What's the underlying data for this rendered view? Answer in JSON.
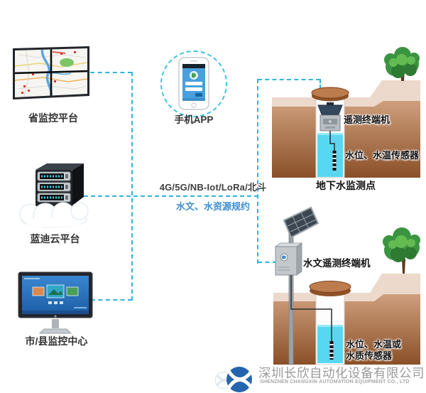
{
  "nodes": {
    "province_platform": {
      "label": "省监控平台"
    },
    "mobile_app": {
      "label": "手机APP"
    },
    "cloud_platform": {
      "label": "蓝迪云平台"
    },
    "city_center": {
      "label": "市/县监控中心"
    }
  },
  "link": {
    "protocols": "4G/5G/NB-Iot/LoRa/北斗",
    "protocol_spec": "水文、水资源规约"
  },
  "sites": {
    "underground": {
      "caption": "地下水监测点",
      "terminal_label": "遥测终端机",
      "sensor_label": "水位、水温传感器"
    },
    "hydrology": {
      "terminal_label": "水文遥测终端机",
      "sensor_label_line1": "水位、水温或",
      "sensor_label_line2": "水质传感器"
    }
  },
  "footer": {
    "company_cn": "深圳长欣自动化设备有限公司",
    "company_en": "SHENZHEN CHANGXIN AUTOMATION EQUIPMENT CO., LTD"
  },
  "colors": {
    "connector": "#2eb6d9",
    "protocol_text": "#3f3f3f",
    "spec_text": "#3b8ed2",
    "water": "#58d7f2",
    "ground_front": "#8a5028",
    "ground_top": "#ecd9cb",
    "tree_green": "#3b9440",
    "led_cyan": "#3fd0e8",
    "logo_blue": "#2565ad",
    "phone_screen_blue": "#4aa0dc"
  },
  "icons": {
    "video-wall-icon": "2x2 map video wall",
    "cloud-server-icon": "server tower on a cloud",
    "desktop-monitor-icon": "desktop monitor workstation",
    "mobile-phone-icon": "smartphone with app login screen",
    "underground-well-icon": "capped well with telemetry terminal and submerged sensor",
    "solar-rtu-icon": "solar powered telemetry cabinet beside a monitoring well",
    "tree-icon": "tree on elevated ground",
    "company-logo-icon": "blue circle with white swoosh X"
  }
}
